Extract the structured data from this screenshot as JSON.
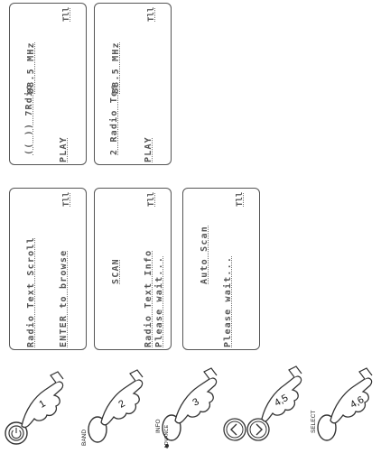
{
  "displays": [
    {
      "name": "lcd-1",
      "lines": [
        "88.5 MHz",
        "(( )) 7Rdio",
        "PLAY"
      ],
      "signal": "Tll"
    },
    {
      "name": "lcd-2",
      "lines": [
        "88.5 MHz",
        "2 Radio Tes",
        "PLAY"
      ],
      "signal": "Tll"
    },
    {
      "name": "lcd-3",
      "lines": [
        "Radio Text Scroll",
        "ENTER to browse"
      ],
      "signal": "Tll"
    },
    {
      "name": "lcd-4",
      "lines": [
        "Radio Text Info",
        "SCAN",
        "Please wait..."
      ],
      "signal": "Tll"
    },
    {
      "name": "lcd-5",
      "lines": [
        "Auto Scan",
        "Please wait..."
      ],
      "signal": "Tll"
    }
  ],
  "steps": [
    {
      "number": "1",
      "label": "",
      "icon": "power-button-icon"
    },
    {
      "number": "2",
      "label": "BAND",
      "icon": "band-button-icon"
    },
    {
      "number": "3",
      "label": "INFO",
      "sublabel": "ADVANCE",
      "icon": "info-button-icon"
    },
    {
      "number": "4,5",
      "label": "",
      "icon": "tune-arrow-buttons-icon"
    },
    {
      "number": "4,6",
      "label": "SELECT",
      "icon": "select-button-icon"
    }
  ]
}
